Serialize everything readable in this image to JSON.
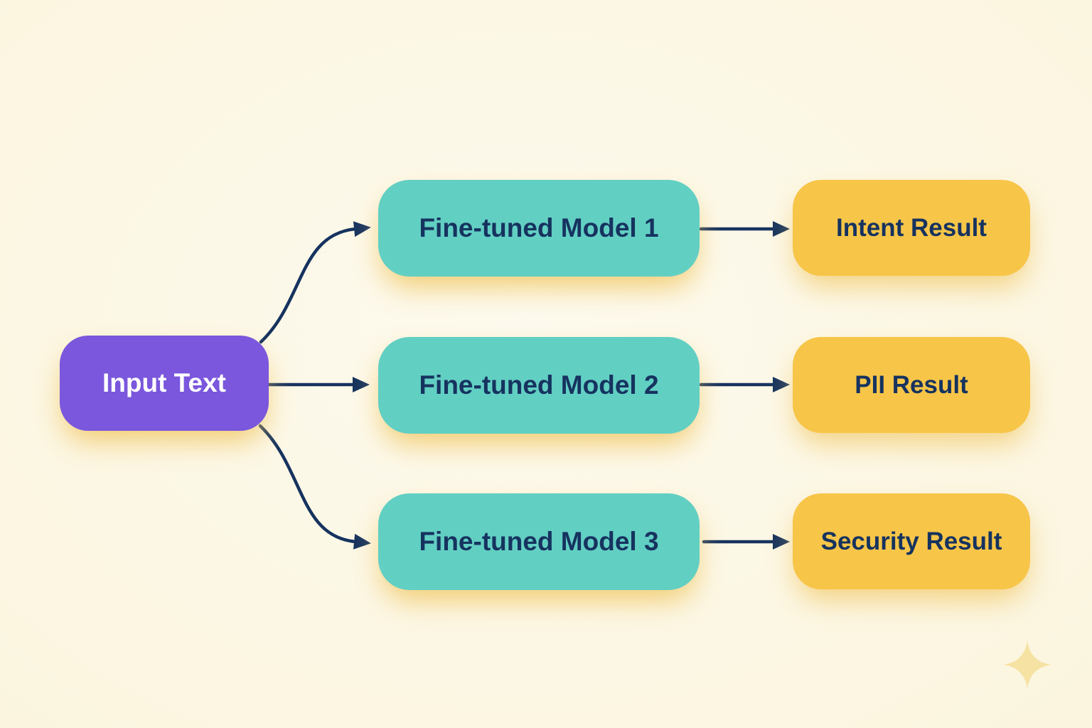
{
  "diagram": {
    "nodes": {
      "input": {
        "label": "Input Text"
      },
      "models": [
        {
          "label": "Fine-tuned Model 1"
        },
        {
          "label": "Fine-tuned Model 2"
        },
        {
          "label": "Fine-tuned Model 3"
        }
      ],
      "results": [
        {
          "label": "Intent Result"
        },
        {
          "label": "PII Result"
        },
        {
          "label": "Security Result"
        }
      ]
    },
    "edges": [
      {
        "from": "Input Text",
        "to": "Fine-tuned Model 1"
      },
      {
        "from": "Input Text",
        "to": "Fine-tuned Model 2"
      },
      {
        "from": "Input Text",
        "to": "Fine-tuned Model 3"
      },
      {
        "from": "Fine-tuned Model 1",
        "to": "Intent Result"
      },
      {
        "from": "Fine-tuned Model 2",
        "to": "PII Result"
      },
      {
        "from": "Fine-tuned Model 3",
        "to": "Security Result"
      }
    ],
    "colors": {
      "background": "#FCF8E7",
      "input_node": "#7A57DC",
      "model_node": "#62CFC3",
      "result_node": "#F7C548",
      "arrow": "#16335F",
      "text_dark": "#16335F",
      "text_light": "#FFFFFF",
      "glow": "#F0C45C",
      "sparkle": "#F6E2A2"
    },
    "decoration": {
      "sparkle_icon": "four-point-star"
    }
  }
}
